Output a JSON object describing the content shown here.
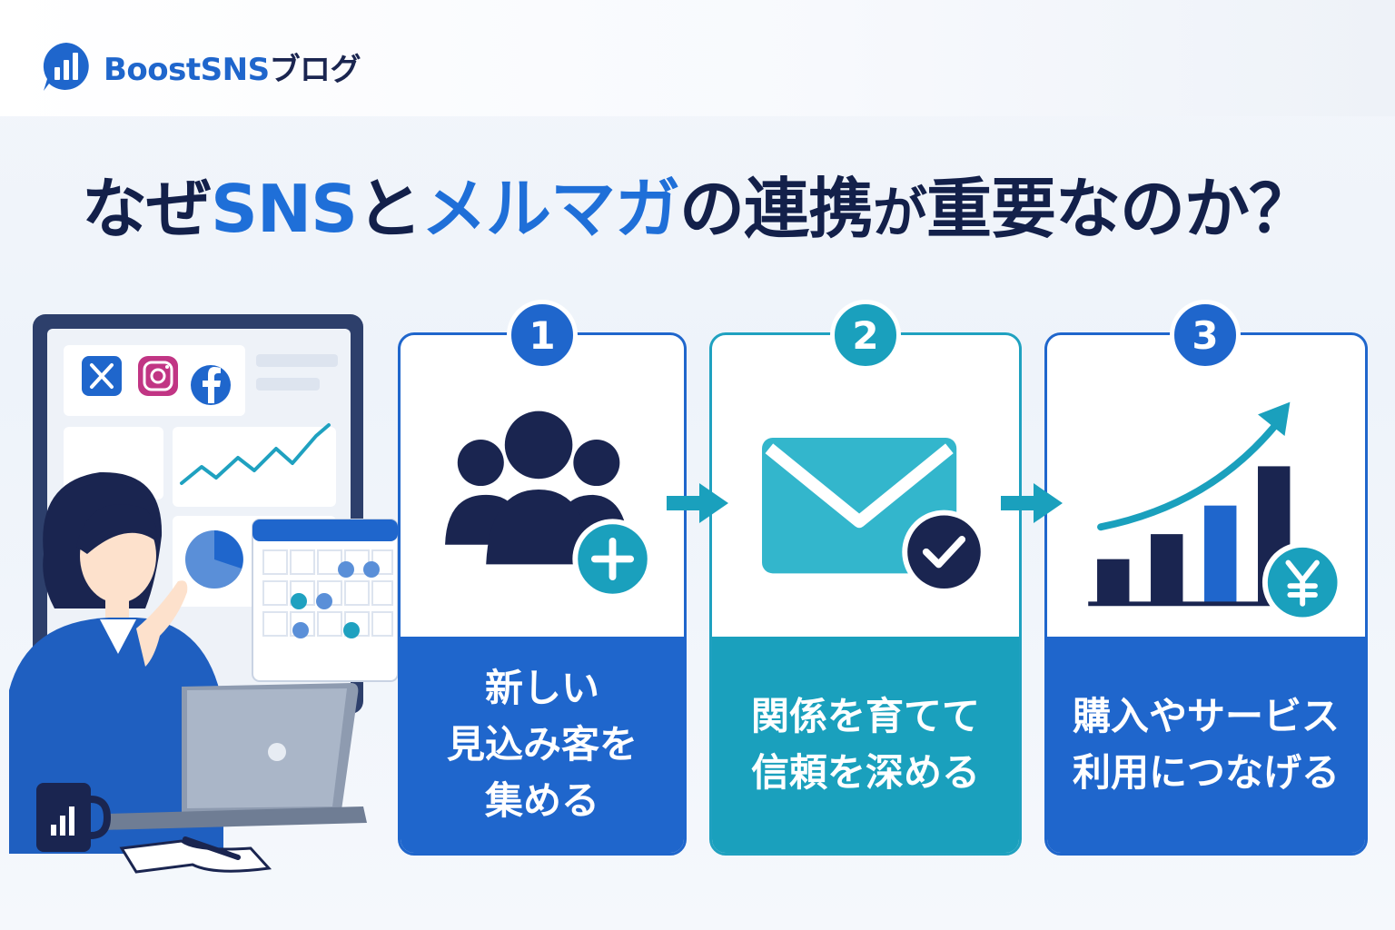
{
  "brand": {
    "name": "BoostSNS",
    "suffix": "ブログ",
    "icon": "bar-chart-bubble-icon",
    "color": "#1f66cc"
  },
  "headline": {
    "parts": [
      {
        "text": "なぜ",
        "highlight": false
      },
      {
        "text": "SNS",
        "highlight": true
      },
      {
        "text": "と",
        "highlight": false
      },
      {
        "text": "メルマガ",
        "highlight": true
      },
      {
        "text": "の",
        "highlight": false
      },
      {
        "text": "連携",
        "highlight": false
      },
      {
        "text": "が",
        "highlight": false
      },
      {
        "text": "重要なのか？",
        "highlight": false
      }
    ],
    "colors": {
      "dark": "#13204a",
      "accent": "#1f6fd8"
    }
  },
  "illustration": {
    "icons": [
      "x-logo-icon",
      "instagram-logo-icon",
      "facebook-logo-icon",
      "line-chart-icon",
      "pie-chart-icon",
      "calendar-icon",
      "laptop-icon",
      "mug-icon",
      "notebook-icon",
      "pen-icon",
      "woman-thinking-figure"
    ]
  },
  "steps": [
    {
      "number": "1",
      "label": "新しい\n見込み客を\n集める",
      "icon": "group-add-icon",
      "color": "#1f66cc"
    },
    {
      "number": "2",
      "label": "関係を育てて\n信頼を深める",
      "icon": "mail-check-icon",
      "color": "#1aa0bd"
    },
    {
      "number": "3",
      "label": "購入やサービス\n利用につなげる",
      "icon": "growth-chart-yen-icon",
      "color": "#1f66cc"
    }
  ],
  "connectors": [
    "arrow-right-icon",
    "arrow-right-icon"
  ],
  "palette": {
    "navy": "#13204a",
    "blue": "#1f66cc",
    "teal": "#1aa0bd"
  }
}
